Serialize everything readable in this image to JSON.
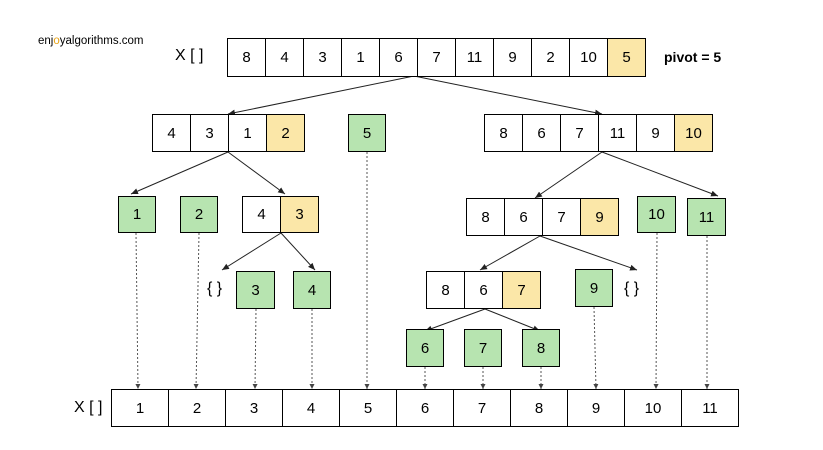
{
  "brand": {
    "pre": "enj",
    "accent": "o",
    "post": "yalgorithms.com",
    "accent_color": "#e8a317"
  },
  "array_label": "X [ ]",
  "pivot_label": "pivot = 5",
  "empty_label": "{ }",
  "colors": {
    "pivot": "#fbe7a8",
    "sorted": "#b7e4b0"
  },
  "input_array": [
    "8",
    "4",
    "3",
    "1",
    "6",
    "7",
    "11",
    "9",
    "2",
    "10",
    "5"
  ],
  "level1": {
    "left": [
      "4",
      "3",
      "1",
      "2"
    ],
    "pivot": "5",
    "right": [
      "8",
      "6",
      "7",
      "11",
      "9",
      "10"
    ]
  },
  "level2": {
    "single_1": "1",
    "single_2": "2",
    "left_pair": [
      "4",
      "3"
    ],
    "right_group": [
      "8",
      "6",
      "7",
      "9"
    ],
    "single_10": "10",
    "single_11": "11"
  },
  "level3": {
    "single_3": "3",
    "single_4": "4",
    "group_867": [
      "8",
      "6",
      "7"
    ],
    "single_9": "9"
  },
  "level4": {
    "single_6": "6",
    "single_7": "7",
    "single_8": "8"
  },
  "output_array": [
    "1",
    "2",
    "3",
    "4",
    "5",
    "6",
    "7",
    "8",
    "9",
    "10",
    "11"
  ]
}
